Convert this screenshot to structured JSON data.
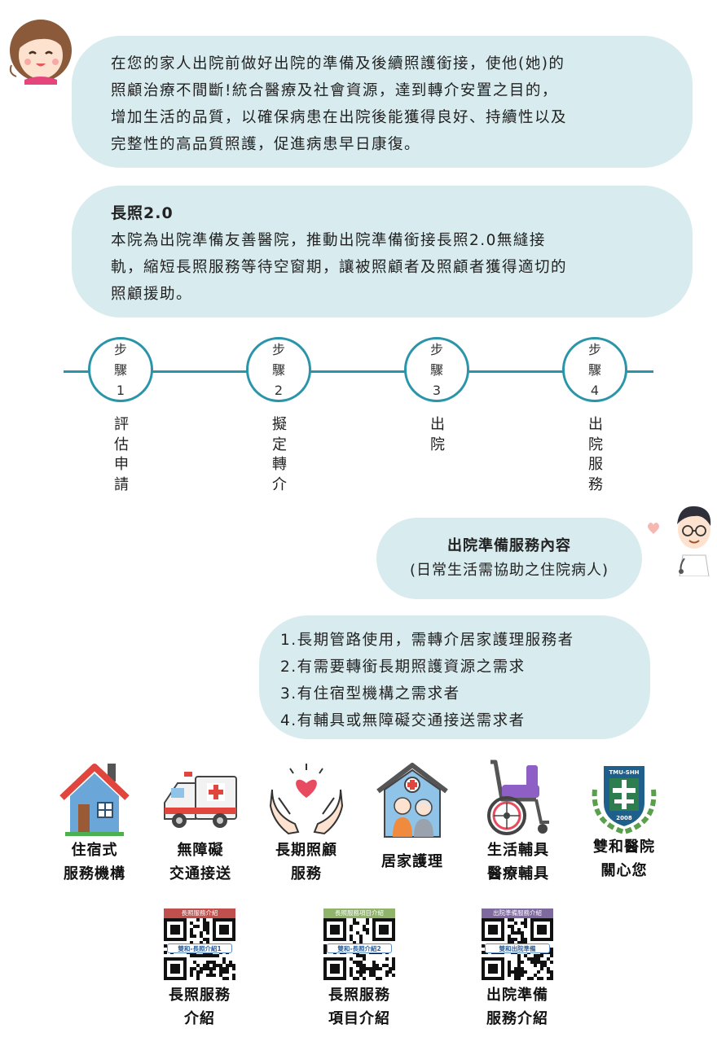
{
  "intro": {
    "text": "在您的家人出院前做好出院的準備及後續照護銜接，使他(她)的\n照顧治療不間斷!統合醫療及社會資源，達到轉介安置之目的，\n增加生活的品質，以確保病患在出院後能獲得良好、持續性以及\n完整性的高品質照護，促進病患早日康復。"
  },
  "ltc": {
    "title": "長照2.0",
    "text": "本院為出院準備友善醫院，推動出院準備銜接長照2.0無縫接\n軌，縮短長照服務等待空窗期，讓被照顧者及照顧者獲得適切的\n照顧援助。"
  },
  "steps": [
    {
      "word1": "步",
      "word2": "驟",
      "num": "1",
      "label": "評估申請"
    },
    {
      "word1": "步",
      "word2": "驟",
      "num": "2",
      "label": "擬定轉介"
    },
    {
      "word1": "步",
      "word2": "驟",
      "num": "3",
      "label": "出院"
    },
    {
      "word1": "步",
      "word2": "驟",
      "num": "4",
      "label": "出院服務"
    }
  ],
  "services_box": {
    "title": "出院準備服務內容",
    "subtitle": "(日常生活需協助之住院病人)"
  },
  "criteria": [
    "1.長期管路使用，需轉介居家護理服務者",
    "2.有需要轉銜長期照護資源之需求",
    "3.有住宿型機構之需求者",
    "4.有輔具或無障礙交通接送需求者"
  ],
  "services": [
    {
      "icon": "house-icon",
      "line1": "住宿式",
      "line2": "服務機構"
    },
    {
      "icon": "ambulance-icon",
      "line1": "無障礙",
      "line2": "交通接送"
    },
    {
      "icon": "caring-hands-heart-icon",
      "line1": "長期照顧",
      "line2": "服務"
    },
    {
      "icon": "home-nursing-icon",
      "line1": "居家護理",
      "line2": ""
    },
    {
      "icon": "wheelchair-icon",
      "line1": "生活輔具",
      "line2": "醫療輔具"
    },
    {
      "icon": "hospital-emblem-icon",
      "line1": "雙和醫院",
      "line2": "關心您",
      "emblem_top": "TMU-SHH",
      "emblem_year": "2008"
    }
  ],
  "qr_codes": [
    {
      "header": "長照服務介紹",
      "band": "雙和-長照介紹1",
      "line1": "長照服務",
      "line2": "介紹",
      "color": "#c0504d"
    },
    {
      "header": "長照服務項目介紹",
      "band": "雙和-長照介紹2",
      "line1": "長照服務",
      "line2": "項目介紹",
      "color": "#8fb46a"
    },
    {
      "header": "出院準備服務介紹",
      "band": "雙和出院準備",
      "line1": "出院準備",
      "line2": "服務介紹",
      "color": "#7f6aa0"
    }
  ],
  "colors": {
    "bubble": "#d8ebee",
    "timeline": "#2a95a8",
    "emblem_green": "#2e7d4f"
  }
}
